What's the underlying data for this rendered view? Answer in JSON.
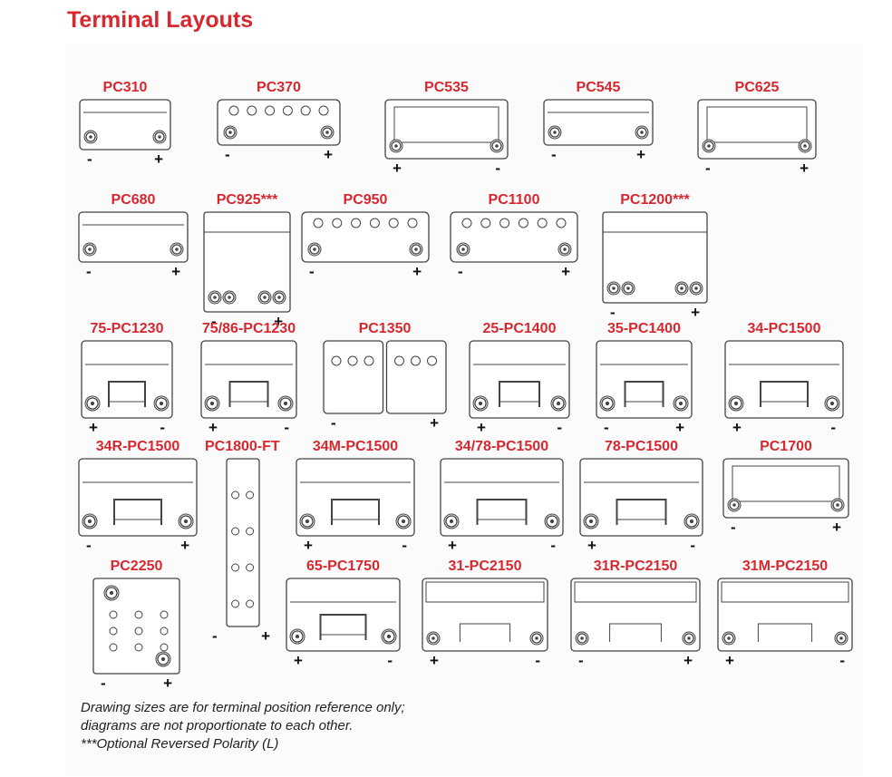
{
  "title": "Terminal Layouts",
  "batteries": [
    {
      "label": "PC310",
      "neg_side": "left"
    },
    {
      "label": "PC370",
      "neg_side": "left"
    },
    {
      "label": "PC535",
      "neg_side": "right"
    },
    {
      "label": "PC545",
      "neg_side": "left"
    },
    {
      "label": "PC625",
      "neg_side": "left"
    },
    {
      "label": "PC680",
      "neg_side": "left"
    },
    {
      "label": "PC925***",
      "neg_side": "left"
    },
    {
      "label": "PC950",
      "neg_side": "left"
    },
    {
      "label": "PC1100",
      "neg_side": "left"
    },
    {
      "label": "PC1200***",
      "neg_side": "left"
    },
    {
      "label": "75-PC1230",
      "neg_side": "right"
    },
    {
      "label": "75/86-PC1230",
      "neg_side": "right"
    },
    {
      "label": "PC1350",
      "neg_side": "left"
    },
    {
      "label": "25-PC1400",
      "neg_side": "right"
    },
    {
      "label": "35-PC1400",
      "neg_side": "left"
    },
    {
      "label": "34-PC1500",
      "neg_side": "right"
    },
    {
      "label": "34R-PC1500",
      "neg_side": "left"
    },
    {
      "label": "PC1800-FT",
      "neg_side": "left"
    },
    {
      "label": "34M-PC1500",
      "neg_side": "right"
    },
    {
      "label": "34/78-PC1500",
      "neg_side": "right"
    },
    {
      "label": "78-PC1500",
      "neg_side": "right"
    },
    {
      "label": "PC1700",
      "neg_side": "left"
    },
    {
      "label": "PC2250",
      "neg_side": "left"
    },
    {
      "label": "65-PC1750",
      "neg_side": "right"
    },
    {
      "label": "31-PC2150",
      "neg_side": "right"
    },
    {
      "label": "31R-PC2150",
      "neg_side": "left"
    },
    {
      "label": "31M-PC2150",
      "neg_side": "right"
    }
  ],
  "polarity": {
    "negative": "-",
    "positive": "+"
  },
  "footnotes": [
    "Drawing sizes are for terminal position reference only;",
    "diagrams are not proportionate to each other.",
    "***Optional Reversed Polarity (L)"
  ],
  "colors": {
    "title": "#d7282f",
    "label": "#d7282f",
    "line": "#444444"
  }
}
